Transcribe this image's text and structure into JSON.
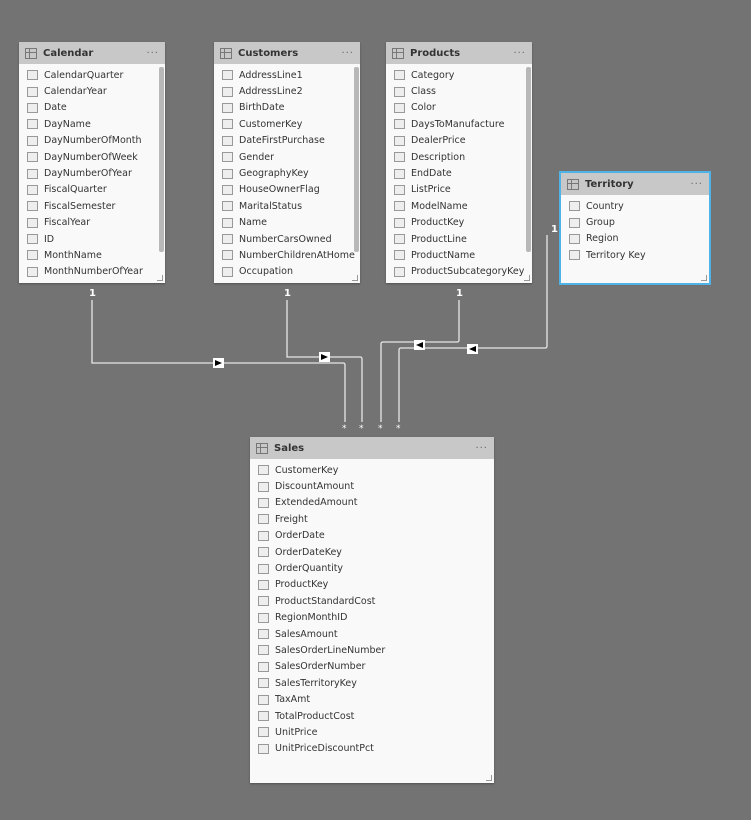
{
  "tables": {
    "calendar": {
      "title": "Calendar",
      "more": "···",
      "fields": [
        "CalendarQuarter",
        "CalendarYear",
        "Date",
        "DayName",
        "DayNumberOfMonth",
        "DayNumberOfWeek",
        "DayNumberOfYear",
        "FiscalQuarter",
        "FiscalSemester",
        "FiscalYear",
        "ID",
        "MonthName",
        "MonthNumberOfYear"
      ]
    },
    "customers": {
      "title": "Customers",
      "more": "···",
      "fields": [
        "AddressLine1",
        "AddressLine2",
        "BirthDate",
        "CustomerKey",
        "DateFirstPurchase",
        "Gender",
        "GeographyKey",
        "HouseOwnerFlag",
        "MaritalStatus",
        "Name",
        "NumberCarsOwned",
        "NumberChildrenAtHome",
        "Occupation"
      ]
    },
    "products": {
      "title": "Products",
      "more": "···",
      "fields": [
        "Category",
        "Class",
        "Color",
        "DaysToManufacture",
        "DealerPrice",
        "Description",
        "EndDate",
        "ListPrice",
        "ModelName",
        "ProductKey",
        "ProductLine",
        "ProductName",
        "ProductSubcategoryKey"
      ]
    },
    "territory": {
      "title": "Territory",
      "more": "···",
      "fields": [
        "Country",
        "Group",
        "Region",
        "Territory Key"
      ]
    },
    "sales": {
      "title": "Sales",
      "more": "···",
      "fields": [
        "CustomerKey",
        "DiscountAmount",
        "ExtendedAmount",
        "Freight",
        "OrderDate",
        "OrderDateKey",
        "OrderQuantity",
        "ProductKey",
        "ProductStandardCost",
        "RegionMonthID",
        "SalesAmount",
        "SalesOrderLineNumber",
        "SalesOrderNumber",
        "SalesTerritoryKey",
        "TaxAmt",
        "TotalProductCost",
        "UnitPrice",
        "UnitPriceDiscountPct"
      ]
    }
  },
  "relationships": {
    "one": "1",
    "many": "*"
  },
  "colors": {
    "selected": "#4fb3e8",
    "canvas": "#737373"
  }
}
